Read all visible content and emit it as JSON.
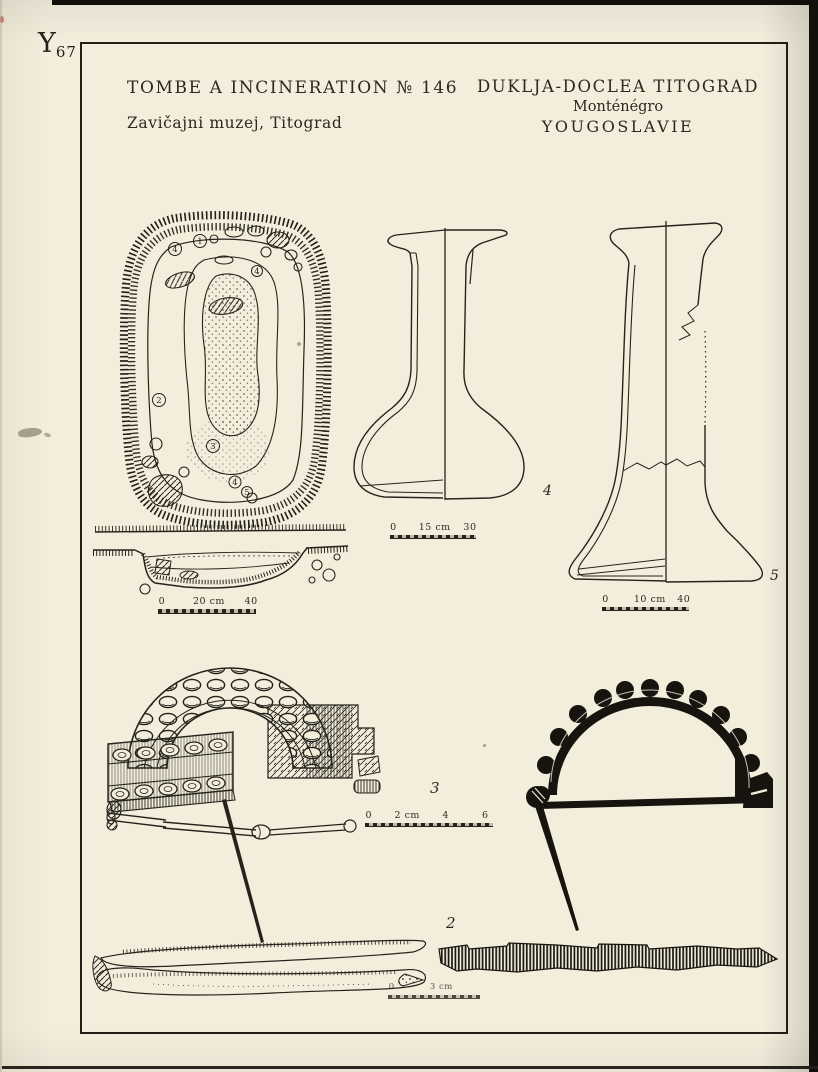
{
  "page": {
    "margin_mark": "Y",
    "margin_mark_sub": "67"
  },
  "header": {
    "left": {
      "title": "TOMBE A INCINERATION № 146",
      "subtitle": "Zavičajni muzej, Titograd"
    },
    "right": {
      "line1": "DUKLJA-DOCLEA TITOGRAD",
      "line2": "Monténégro",
      "line3": "YOUGOSLAVIE"
    }
  },
  "plan": {
    "markers": [
      {
        "label": "1"
      },
      {
        "label": "4"
      },
      {
        "label": "4"
      },
      {
        "label": "2"
      },
      {
        "label": "3"
      },
      {
        "label": "4"
      },
      {
        "label": "5"
      }
    ]
  },
  "item_labels": {
    "flask_a": "4",
    "flask_b": "5",
    "fibula": "3",
    "strip": "2"
  },
  "scales": {
    "section": {
      "labels": [
        "0",
        "20 cm",
        "40"
      ]
    },
    "flask_a": {
      "labels": [
        "0",
        "15 cm",
        "30"
      ]
    },
    "flask_b": {
      "labels": [
        "0",
        "10 cm",
        "40"
      ]
    },
    "fibula": {
      "labels": [
        "0",
        "2 cm",
        "4",
        "6"
      ]
    },
    "blade": {
      "labels": [
        "0",
        "3 cm"
      ]
    }
  },
  "colors": {
    "paper": "#f3eedc",
    "ink": "#26231c",
    "frame": "#201e17",
    "scan_edge": "#12100c"
  }
}
